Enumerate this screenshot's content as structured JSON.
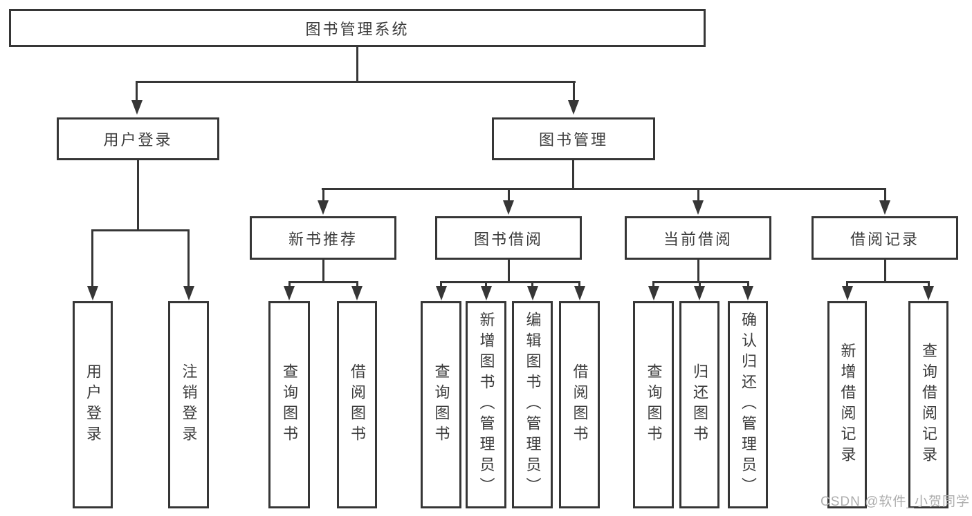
{
  "tree": {
    "root": {
      "label": "图书管理系统",
      "children": [
        {
          "label": "用户登录",
          "children": [
            {
              "label": "用户登录"
            },
            {
              "label": "注销登录"
            }
          ]
        },
        {
          "label": "图书管理",
          "children": [
            {
              "label": "新书推荐",
              "children": [
                {
                  "label": "查询图书"
                },
                {
                  "label": "借阅图书"
                }
              ]
            },
            {
              "label": "图书借阅",
              "children": [
                {
                  "label": "查询图书"
                },
                {
                  "label": "新增图书（管理员）"
                },
                {
                  "label": "编辑图书（管理员）"
                },
                {
                  "label": "借阅图书"
                }
              ]
            },
            {
              "label": "当前借阅",
              "children": [
                {
                  "label": "查询图书"
                },
                {
                  "label": "归还图书"
                },
                {
                  "label": "确认归还（管理员）"
                }
              ]
            },
            {
              "label": "借阅记录",
              "children": [
                {
                  "label": "新增借阅记录"
                },
                {
                  "label": "查询借阅记录"
                }
              ]
            }
          ]
        }
      ]
    }
  },
  "watermark": "CSDN @软件_小贺同学",
  "colors": {
    "line": "#363636",
    "text": "#3c3c3c",
    "watermark": "#adadad",
    "background": "#ffffff"
  }
}
